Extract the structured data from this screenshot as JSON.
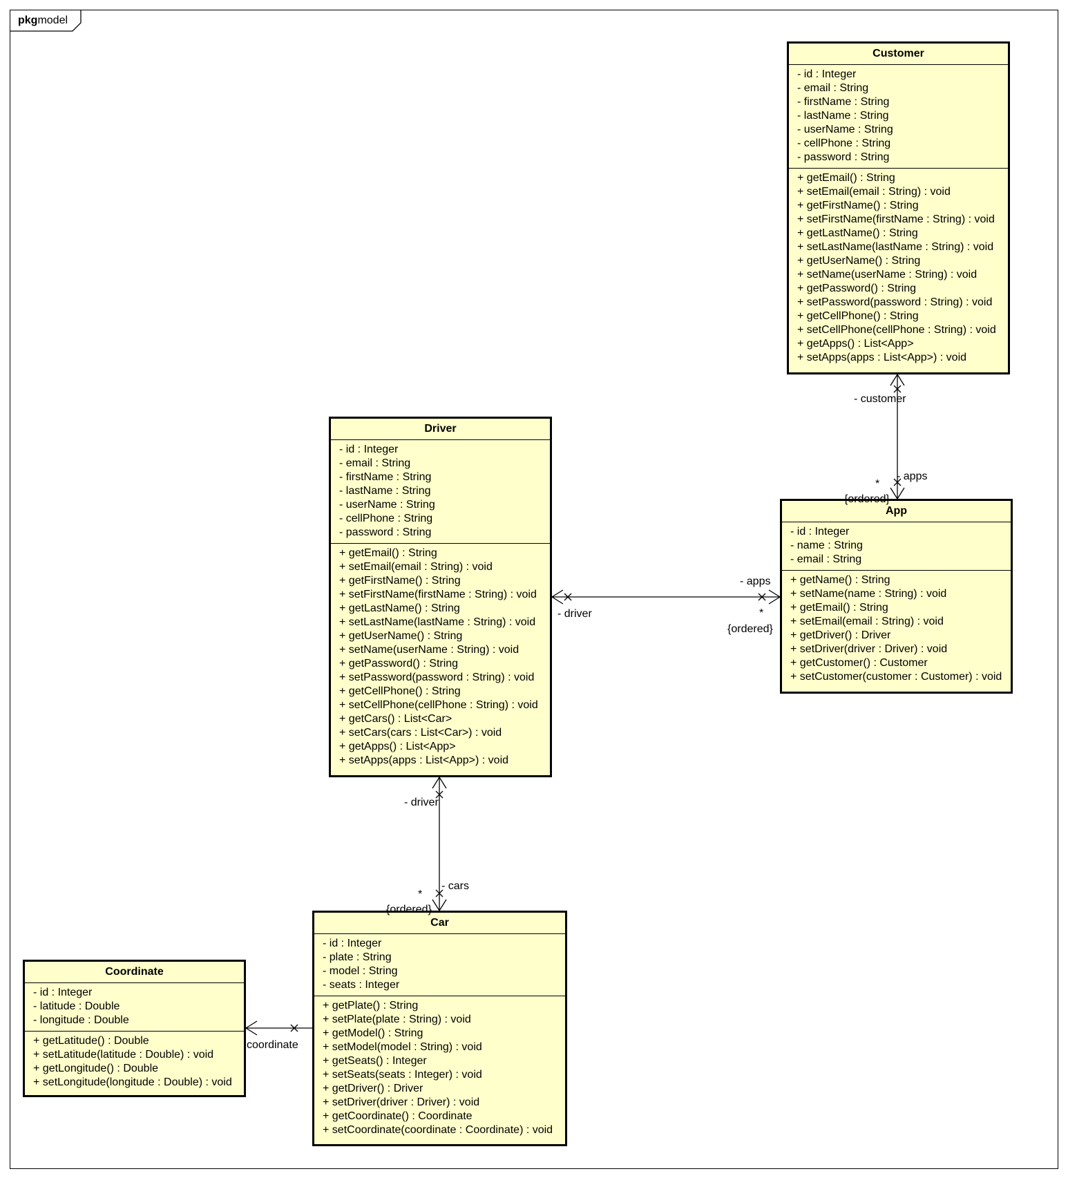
{
  "frame": {
    "keyword": "pkg",
    "name": "model"
  },
  "classes": {
    "customer": {
      "name": "Customer",
      "attributes": [
        "- id : Integer",
        "- email : String",
        "- firstName : String",
        "- lastName : String",
        "- userName : String",
        "- cellPhone : String",
        "- password : String"
      ],
      "operations": [
        "+ getEmail() : String",
        "+ setEmail(email : String) : void",
        "+ getFirstName() : String",
        "+ setFirstName(firstName : String) : void",
        "+ getLastName() : String",
        "+ setLastName(lastName : String) : void",
        "+ getUserName() : String",
        "+ setName(userName : String) : void",
        "+ getPassword() : String",
        "+ setPassword(password : String) : void",
        "+ getCellPhone() : String",
        "+ setCellPhone(cellPhone : String) : void",
        "+ getApps() : List<App>",
        "+ setApps(apps : List<App>) : void"
      ]
    },
    "driver": {
      "name": "Driver",
      "attributes": [
        "- id : Integer",
        "- email : String",
        "- firstName : String",
        "- lastName : String",
        "- userName : String",
        "- cellPhone : String",
        "- password : String"
      ],
      "operations": [
        "+ getEmail() : String",
        "+ setEmail(email : String) : void",
        "+ getFirstName() : String",
        "+ setFirstName(firstName : String) : void",
        "+ getLastName() : String",
        "+ setLastName(lastName : String) : void",
        "+ getUserName() : String",
        "+ setName(userName : String) : void",
        "+ getPassword() : String",
        "+ setPassword(password : String) : void",
        "+ getCellPhone() : String",
        "+ setCellPhone(cellPhone : String) : void",
        "+ getCars() : List<Car>",
        "+ setCars(cars : List<Car>) : void",
        "+ getApps() : List<App>",
        "+ setApps(apps : List<App>) : void"
      ]
    },
    "app": {
      "name": "App",
      "attributes": [
        "- id : Integer",
        "- name : String",
        "- email : String"
      ],
      "operations": [
        "+ getName() : String",
        "+ setName(name : String) : void",
        "+ getEmail() : String",
        "+ setEmail(email : String) : void",
        "+ getDriver() : Driver",
        "+ setDriver(driver : Driver) : void",
        "+ getCustomer() : Customer",
        "+ setCustomer(customer : Customer) : void"
      ]
    },
    "car": {
      "name": "Car",
      "attributes": [
        "- id : Integer",
        "- plate : String",
        "- model : String",
        "- seats : Integer"
      ],
      "operations": [
        "+ getPlate() : String",
        "+ setPlate(plate : String) : void",
        "+ getModel() : String",
        "+ setModel(model : String) : void",
        "+ getSeats() : Integer",
        "+ setSeats(seats : Integer) : void",
        "+ getDriver() : Driver",
        "+ setDriver(driver : Driver) : void",
        "+ getCoordinate() : Coordinate",
        "+ setCoordinate(coordinate : Coordinate) : void"
      ]
    },
    "coordinate": {
      "name": "Coordinate",
      "attributes": [
        "- id : Integer",
        "- latitude : Double",
        "- longitude : Double"
      ],
      "operations": [
        "+ getLatitude() : Double",
        "+ setLatitude(latitude : Double) : void",
        "+ getLongitude() : Double",
        "+ setLongitude(longitude : Double) : void"
      ]
    }
  },
  "associations": {
    "customer_app": {
      "role_customer": "- customer",
      "role_apps": "- apps",
      "multiplicity": "*",
      "constraint": "{ordered}"
    },
    "driver_app": {
      "role_driver": "- driver",
      "role_apps": "- apps",
      "multiplicity": "*",
      "constraint": "{ordered}"
    },
    "driver_car": {
      "role_driver": "- driver",
      "role_cars": "- cars",
      "multiplicity": "*",
      "constraint": "{ordered}"
    },
    "car_coordinate": {
      "role_coordinate": "coordinate"
    }
  }
}
